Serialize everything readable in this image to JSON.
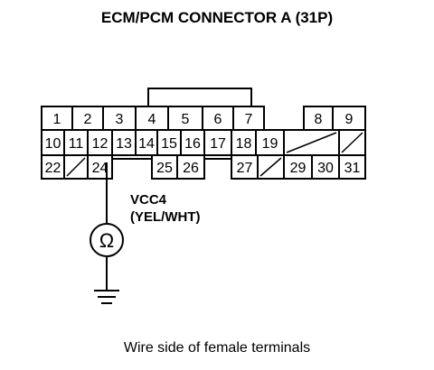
{
  "title": "ECM/PCM CONNECTOR A (31P)",
  "caption": "Wire side of female terminals",
  "signal": {
    "name": "VCC4",
    "wire_color": "(YEL/WHT)"
  },
  "connector": {
    "rows": [
      [
        "1",
        "2",
        "3",
        "4",
        "5",
        "6",
        "7",
        "",
        "8",
        "9"
      ],
      [
        "10",
        "11",
        "12",
        "13",
        "14",
        "15",
        "16",
        "17",
        "18",
        "19",
        "/",
        "/"
      ],
      [
        "22",
        "/",
        "24",
        "",
        "25",
        "26",
        "",
        "27",
        "/",
        "29",
        "30",
        "31"
      ]
    ],
    "probed_terminal": "24"
  },
  "meter": {
    "symbol": "Ω"
  }
}
